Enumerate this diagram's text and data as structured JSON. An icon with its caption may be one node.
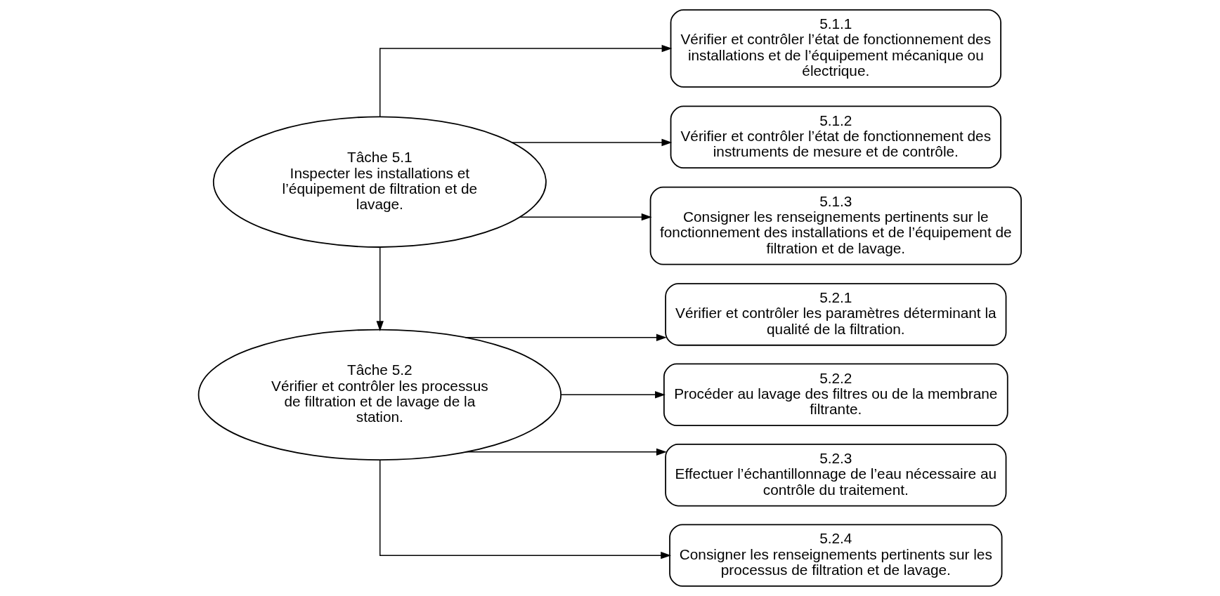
{
  "diagram": {
    "nodes": [
      {
        "text": [
          "Tâche 5.1",
          "Inspecter les installations et l’équipement de filtration et de lavage."
        ]
      },
      {
        "text": [
          "5.1.1",
          "Vérifier et contrôler l’état de fonctionnement des installations et de l’équipement mécanique ou électrique."
        ]
      },
      {
        "text": [
          "5.1.2",
          "Vérifier et contrôler l’état de fonctionnement des instruments de mesure et de contrôle."
        ]
      },
      {
        "text": [
          "5.1.3",
          "Consigner les renseignements pertinents sur le fonctionnement des installations et de l’équipement de filtration et de lavage."
        ]
      },
      {
        "text": [
          "Tâche 5.2",
          "Vérifier et contrôler les processus de filtration et de lavage de la station."
        ]
      },
      {
        "text": [
          "5.2.1",
          "Vérifier et contrôler les paramètres déterminant la qualité de la filtration."
        ]
      },
      {
        "text": [
          "5.2.2",
          "Procéder au lavage des filtres ou de la membrane filtrante."
        ]
      },
      {
        "text": [
          "5.2.3",
          "Effectuer l’échantillonnage de l’eau nécessaire au contrôle du traitement."
        ]
      },
      {
        "text": [
          "5.2.4",
          "Consigner les renseignements pertinents sur les processus de filtration et de lavage."
        ]
      }
    ],
    "edges": [
      {
        "from": 0,
        "to": 1,
        "arrow": "to"
      },
      {
        "from": 0,
        "to": 2,
        "arrow": "to"
      },
      {
        "from": 0,
        "to": 3,
        "arrow": "to"
      },
      {
        "from": 0,
        "to": 4,
        "arrow": "to"
      },
      {
        "from": 4,
        "to": 5,
        "arrow": "to"
      },
      {
        "from": 4,
        "to": 6,
        "arrow": "to"
      },
      {
        "from": 4,
        "to": 7,
        "arrow": "to"
      },
      {
        "from": 4,
        "to": 8,
        "arrow": "to"
      }
    ]
  }
}
